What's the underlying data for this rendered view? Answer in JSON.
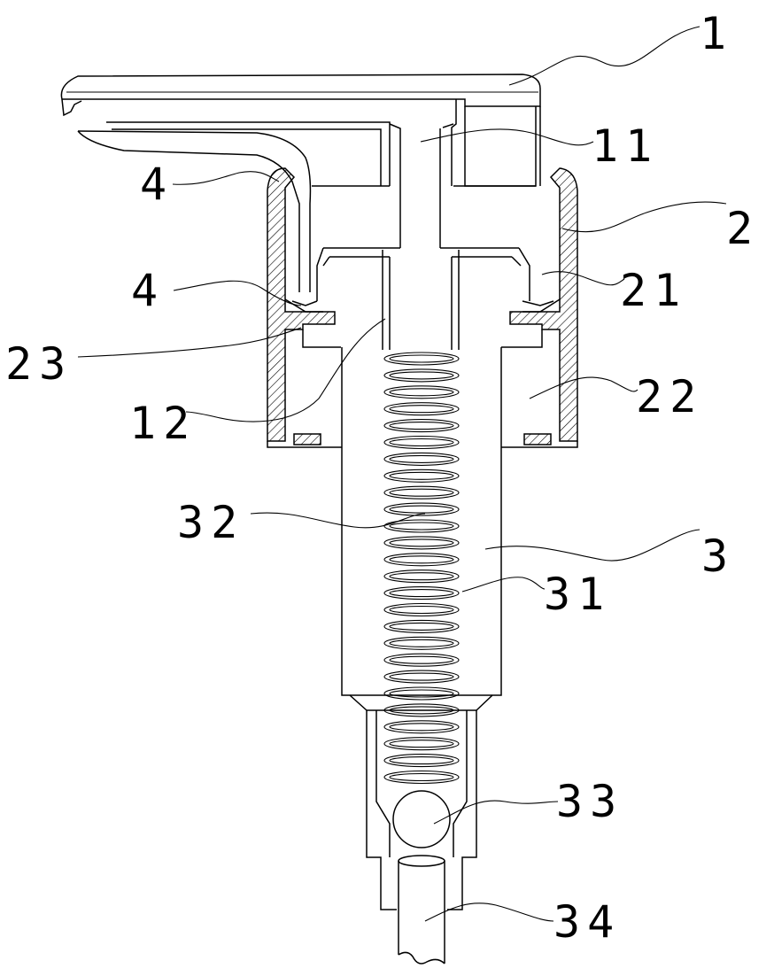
{
  "labels": {
    "l1": "1",
    "l11": "11",
    "l2": "2",
    "l4a": "4",
    "l21": "21",
    "l4b": "4",
    "l23": "23",
    "l22": "22",
    "l12": "12",
    "l32": "32",
    "l3": "3",
    "l31": "31",
    "l33": "33",
    "l34": "34"
  },
  "colors": {
    "line": "#000000",
    "background": "#ffffff"
  }
}
